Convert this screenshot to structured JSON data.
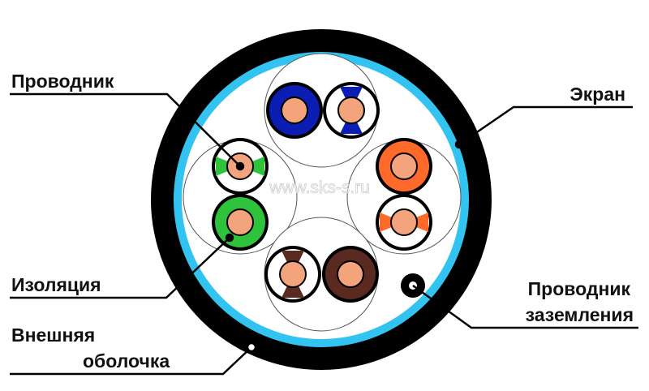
{
  "labels": {
    "conductor": "Проводник",
    "insulation": "Изоляция",
    "outer_sheath_line1": "Внешняя",
    "outer_sheath_line2": "оболочка",
    "shield": "Экран",
    "drain_line1": "Проводник",
    "drain_line2": "заземления"
  },
  "watermark": "www.sks-s.ru",
  "colors": {
    "sheath": "#000000",
    "shield": "#33c3f0",
    "core_copper": "#f4a47c",
    "pair_blue": "#0a1eb4",
    "pair_green": "#2fc33b",
    "pair_orange": "#ff6a2a",
    "pair_brown": "#5a2a20",
    "leader_line": "#000000"
  }
}
